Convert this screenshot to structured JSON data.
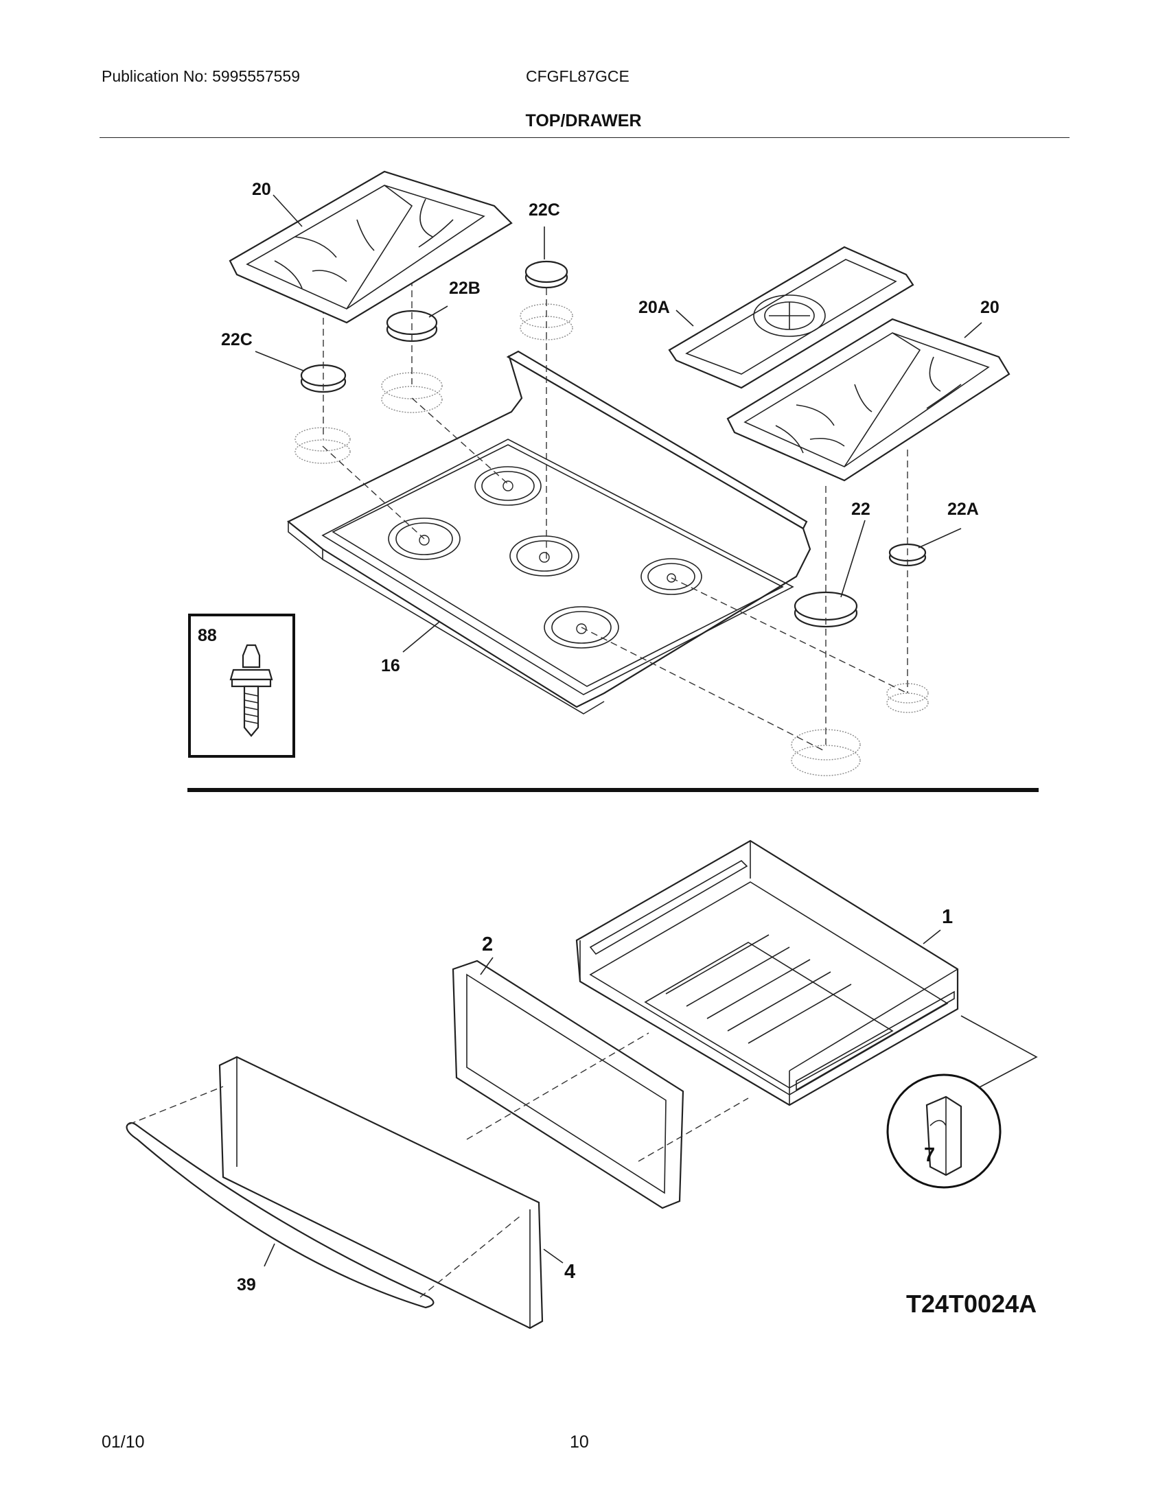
{
  "header": {
    "publication": "Publication No: 5995557559",
    "model": "CFGFL87GCE",
    "section_title": "TOP/DRAWER"
  },
  "callouts": {
    "grate_left": "20",
    "cap_22c_top": "22C",
    "cap_22b": "22B",
    "cap_22c_left": "22C",
    "grate_20a": "20A",
    "grate_right": "20",
    "cap_22": "22",
    "cap_22a": "22A",
    "screw_88": "88",
    "cooktop_16": "16",
    "drawer_1": "1",
    "frame_2": "2",
    "clip_7": "7",
    "panel_4": "4",
    "handle_39": "39"
  },
  "diagram_code": "T24T0024A",
  "footer": {
    "date": "01/10",
    "page": "10"
  }
}
